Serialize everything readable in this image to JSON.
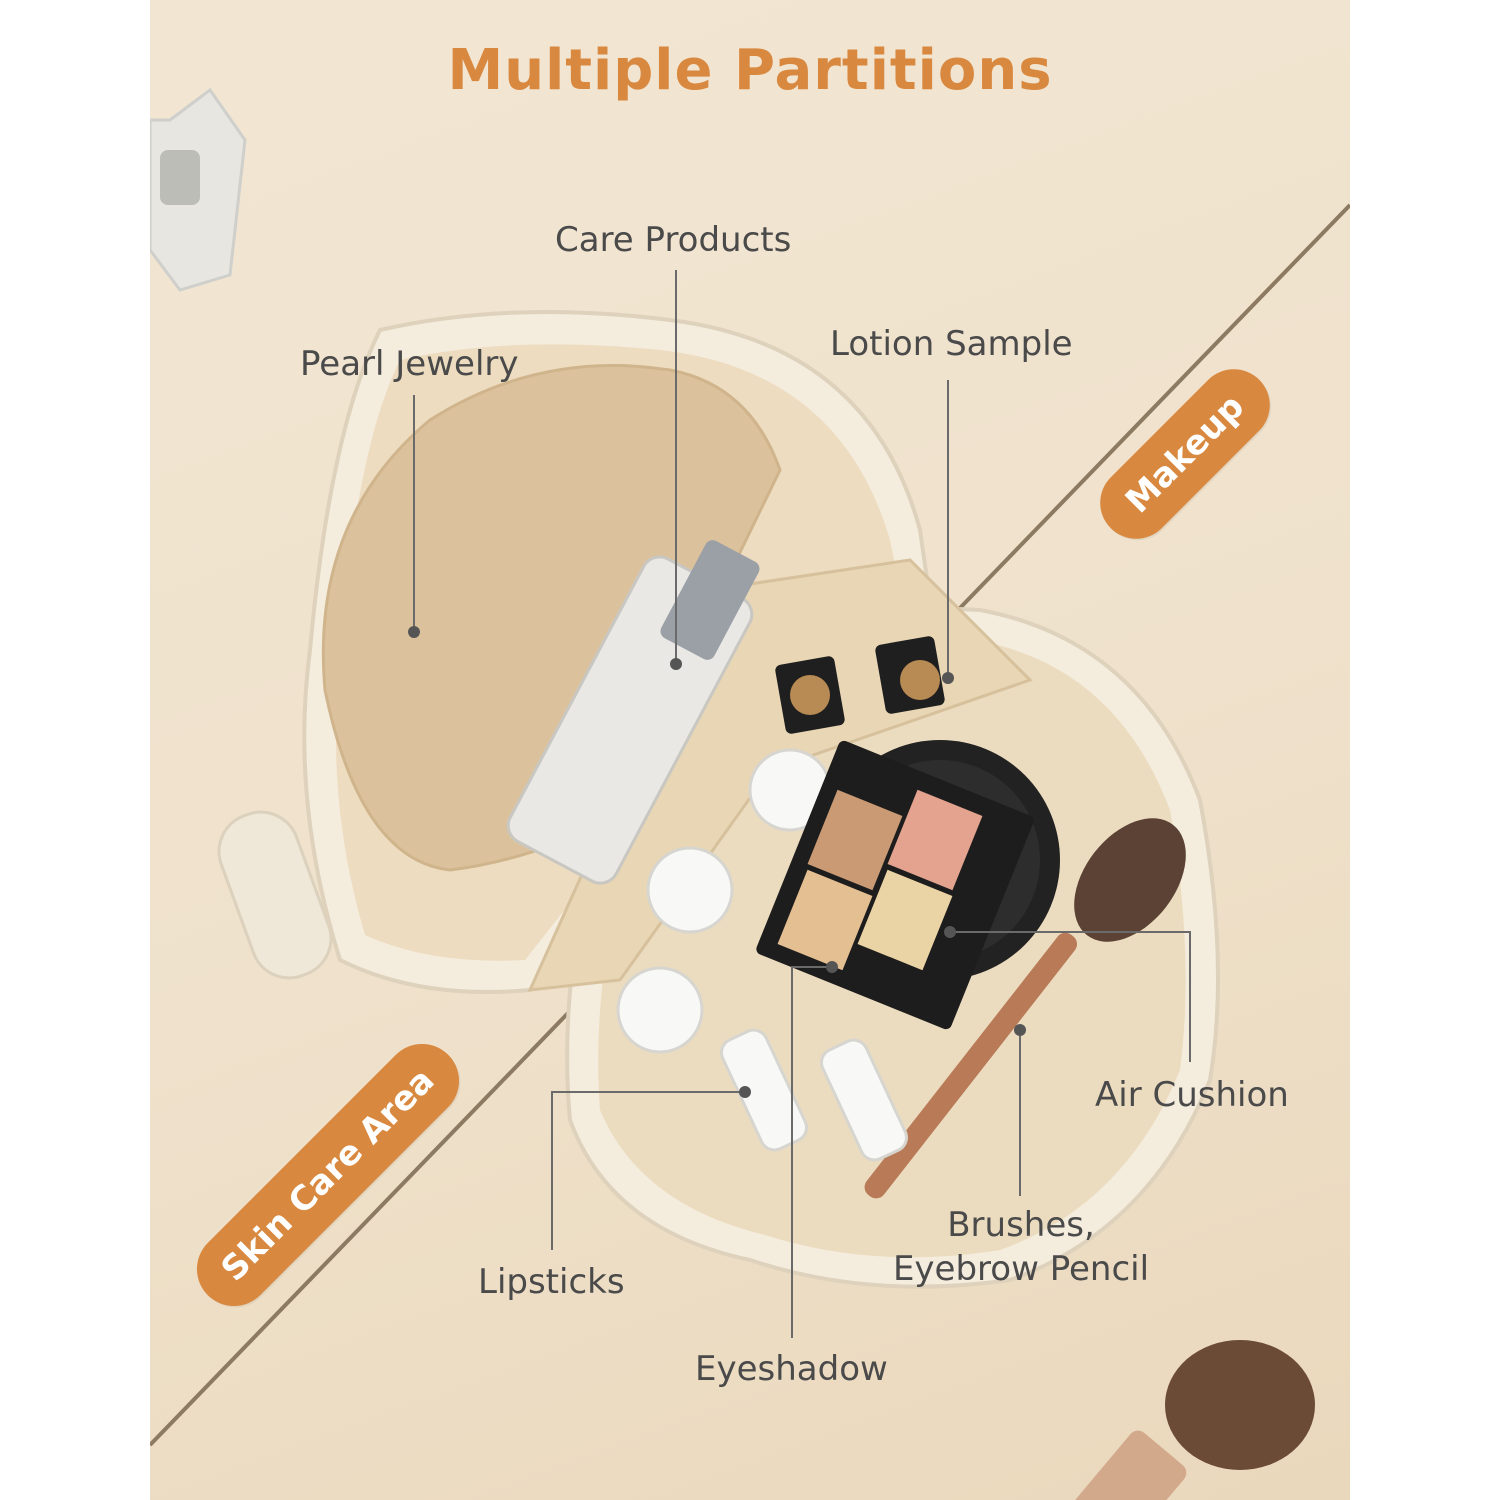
{
  "title": "Multiple Partitions",
  "badges": {
    "makeup": "Makeup",
    "skin_care": "Skin Care Area"
  },
  "labels": {
    "care_products": "Care Products",
    "pearl_jewelry": "Pearl Jewelry",
    "lotion_sample": "Lotion Sample",
    "air_cushion": "Air Cushion",
    "brushes_line1": "Brushes,",
    "brushes_line2": "Eyebrow Pencil",
    "lipsticks": "Lipsticks",
    "eyeshadow": "Eyeshadow"
  },
  "colors": {
    "accent": "#d9883f",
    "label_text": "#4a4a4a",
    "background": "#efe1cb",
    "bag": "#f3ead8",
    "lining": "#ecdcbf"
  }
}
